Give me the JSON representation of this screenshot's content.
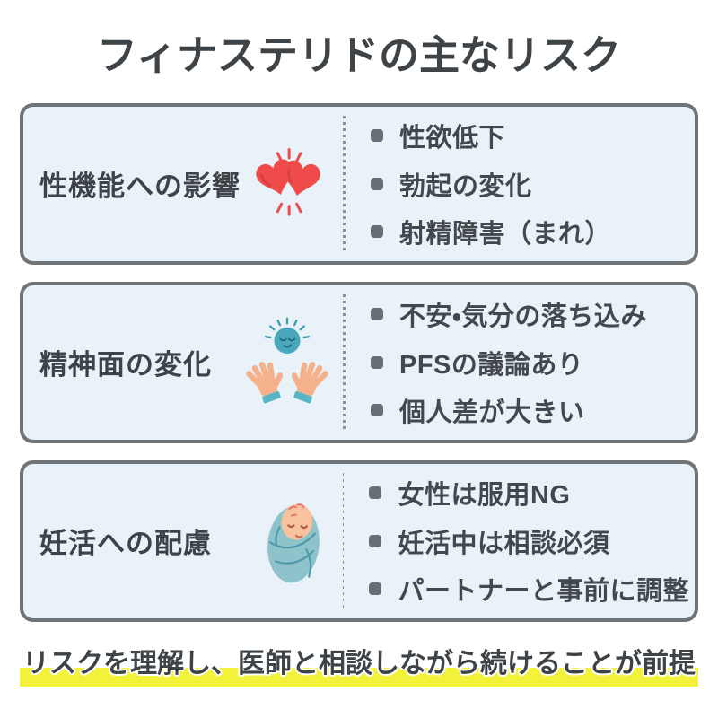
{
  "title": "フィナステリドの主なリスク",
  "cards": [
    {
      "title": "性機能への影響",
      "icon": "clashing-hearts-icon",
      "items": [
        "性欲低下",
        "勃起の変化",
        "射精障害（まれ）"
      ]
    },
    {
      "title": "精神面の変化",
      "icon": "hands-holding-sun-icon",
      "items": [
        "不安・気分の落ち込み",
        "PFSの議論あり",
        "個人差が大きい"
      ]
    },
    {
      "title": "妊活への配慮",
      "icon": "swaddled-baby-icon",
      "items": [
        "女性は服用NG",
        "妊活中は相談必須",
        "パートナーと事前に調整"
      ]
    }
  ],
  "footer": {
    "text": "リスクを理解し、医師と相談しながら続けることが前提"
  },
  "colors": {
    "card_background": "#E9F2F9",
    "card_border": "#6E7478",
    "heading_text": "#3E4347",
    "body_text": "#43484C",
    "bullet_marker": "#696E74",
    "dotted_divider": "#878E95",
    "heart_red": "#EF4B4B",
    "sun_teal": "#4AA6BA",
    "hand_peach": "#F5B189",
    "cuff_teal": "#58B6C3",
    "baby_blanket": "#8FC3CC",
    "baby_skin": "#F8C29E",
    "highlight_yellow": "#F2F23B"
  }
}
